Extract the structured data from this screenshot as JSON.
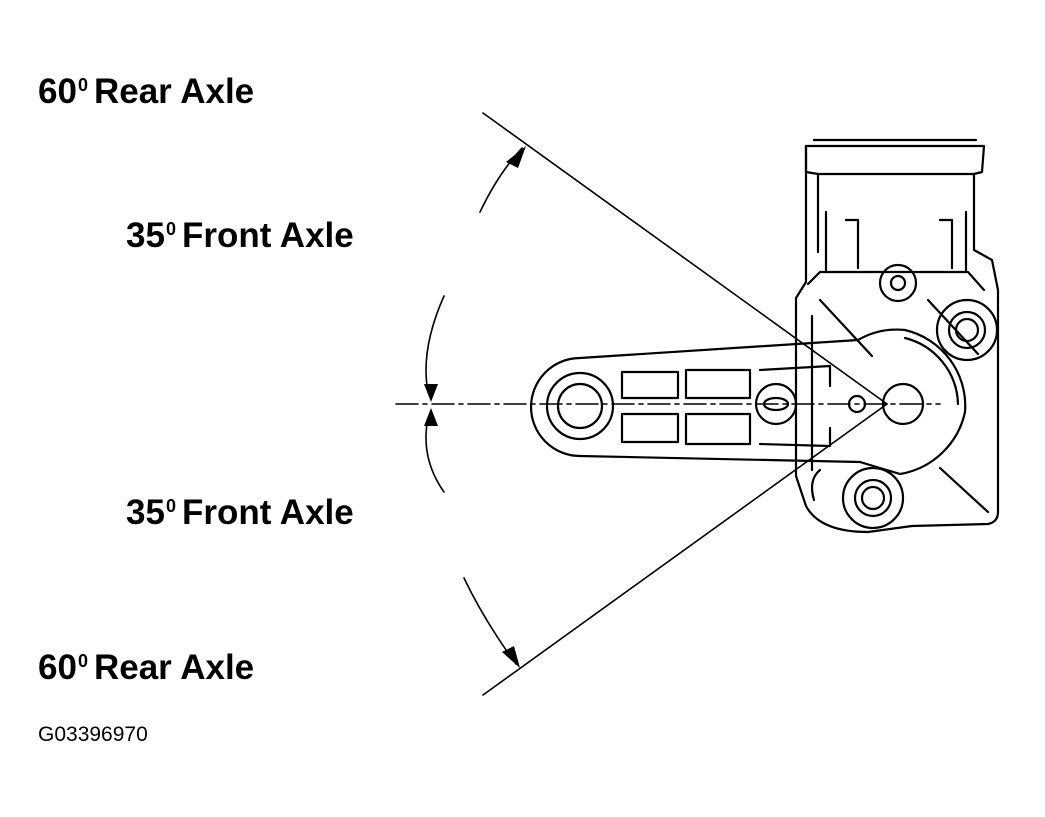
{
  "labels": {
    "rear_top": {
      "deg": "60",
      "sup": "0",
      "text": "Rear Axle"
    },
    "front_top": {
      "deg": "35",
      "sup": "0",
      "text": "Front Axle"
    },
    "front_bottom": {
      "deg": "35",
      "sup": "0",
      "text": "Front Axle"
    },
    "rear_bottom": {
      "deg": "60",
      "sup": "0",
      "text": "Rear Axle"
    }
  },
  "figure_code": "G03396970",
  "colors": {
    "ink": "#000000",
    "background": "#ffffff"
  }
}
